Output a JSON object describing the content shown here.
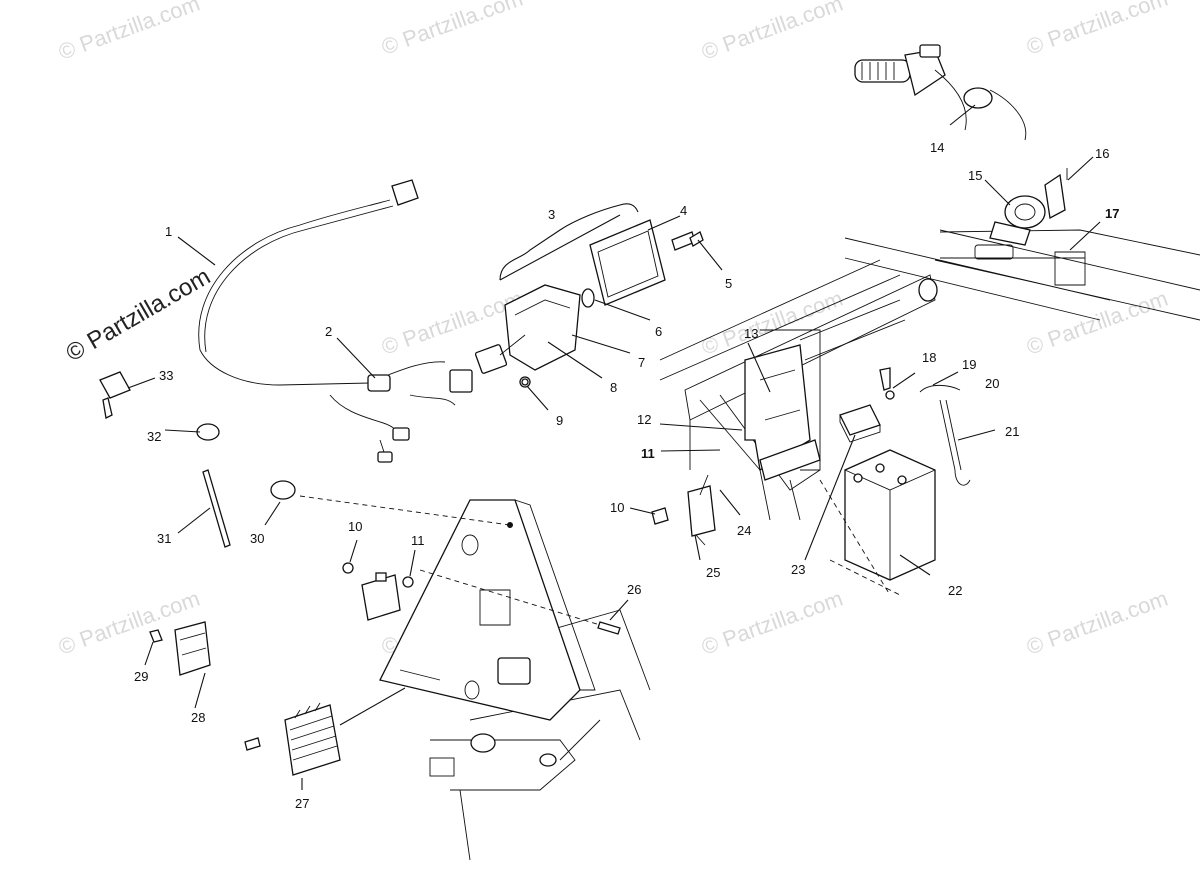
{
  "watermark": {
    "text": "© Partzilla.com",
    "main_text": "© Partzilla.com"
  },
  "callouts": [
    {
      "id": "c1",
      "label": "1"
    },
    {
      "id": "c2",
      "label": "2"
    },
    {
      "id": "c3",
      "label": "3"
    },
    {
      "id": "c4",
      "label": "4"
    },
    {
      "id": "c5",
      "label": "5"
    },
    {
      "id": "c6",
      "label": "6"
    },
    {
      "id": "c7",
      "label": "7"
    },
    {
      "id": "c8",
      "label": "8"
    },
    {
      "id": "c9",
      "label": "9"
    },
    {
      "id": "c10a",
      "label": "10"
    },
    {
      "id": "c10b",
      "label": "10"
    },
    {
      "id": "c11a",
      "label": "11"
    },
    {
      "id": "c11b",
      "label": "11"
    },
    {
      "id": "c12",
      "label": "12"
    },
    {
      "id": "c13",
      "label": "13"
    },
    {
      "id": "c14",
      "label": "14"
    },
    {
      "id": "c15",
      "label": "15"
    },
    {
      "id": "c16",
      "label": "16"
    },
    {
      "id": "c17",
      "label": "17"
    },
    {
      "id": "c18",
      "label": "18"
    },
    {
      "id": "c19",
      "label": "19"
    },
    {
      "id": "c20",
      "label": "20"
    },
    {
      "id": "c21",
      "label": "21"
    },
    {
      "id": "c22",
      "label": "22"
    },
    {
      "id": "c23",
      "label": "23"
    },
    {
      "id": "c24",
      "label": "24"
    },
    {
      "id": "c25",
      "label": "25"
    },
    {
      "id": "c26",
      "label": "26"
    },
    {
      "id": "c27",
      "label": "27"
    },
    {
      "id": "c28",
      "label": "28"
    },
    {
      "id": "c29",
      "label": "29"
    },
    {
      "id": "c30",
      "label": "30"
    },
    {
      "id": "c31",
      "label": "31"
    },
    {
      "id": "c32",
      "label": "32"
    },
    {
      "id": "c33",
      "label": "33"
    }
  ]
}
